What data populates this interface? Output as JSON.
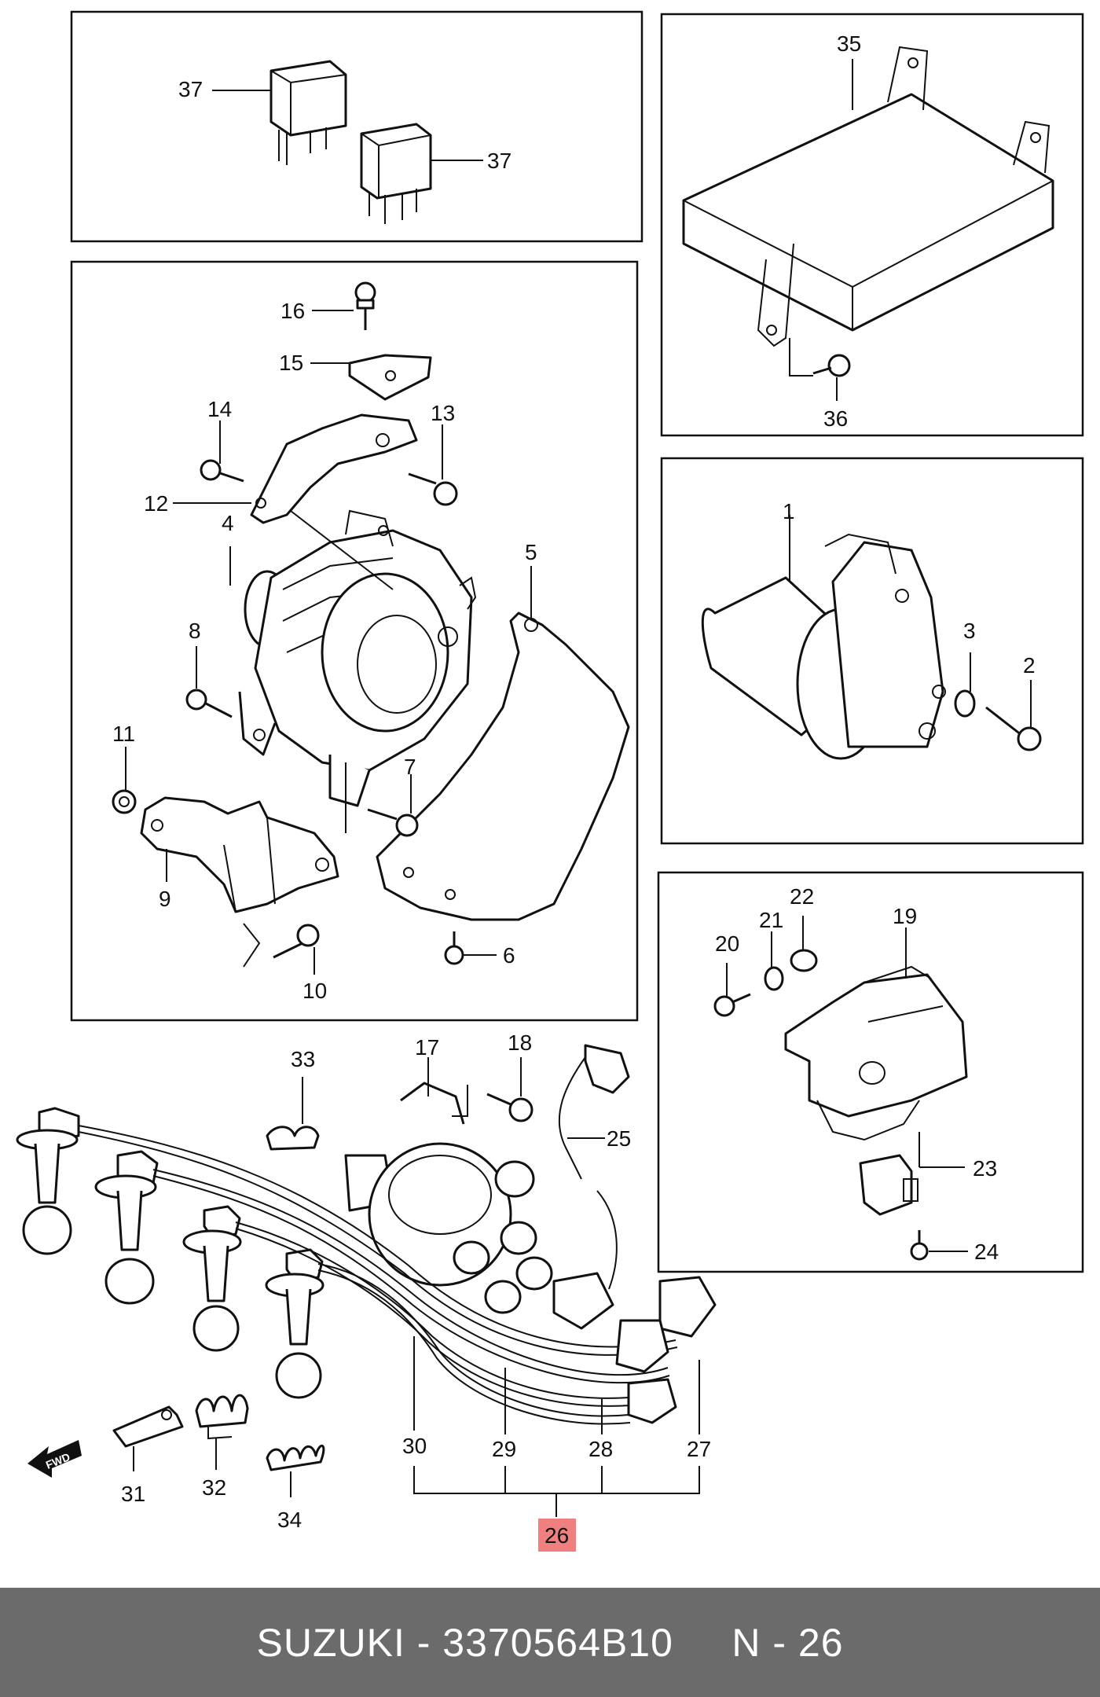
{
  "diagram": {
    "callouts": {
      "c1": "1",
      "c2": "2",
      "c3": "3",
      "c4": "4",
      "c5": "5",
      "c6": "6",
      "c7": "7",
      "c8": "8",
      "c9": "9",
      "c10": "10",
      "c11": "11",
      "c12": "12",
      "c13": "13",
      "c14": "14",
      "c15": "15",
      "c16": "16",
      "c17": "17",
      "c18": "18",
      "c19": "19",
      "c20": "20",
      "c21": "21",
      "c22": "22",
      "c23": "23",
      "c24": "24",
      "c25": "25",
      "c26": "26",
      "c27": "27",
      "c28": "28",
      "c29": "29",
      "c30": "30",
      "c31": "31",
      "c32": "32",
      "c33": "33",
      "c34": "34",
      "c35": "35",
      "c36": "36",
      "c37a": "37",
      "c37b": "37"
    },
    "highlight_color": "#f08080",
    "fwd_label": "FWD"
  },
  "footer": {
    "text": "SUZUKI - 3370564B10     N - 26"
  }
}
